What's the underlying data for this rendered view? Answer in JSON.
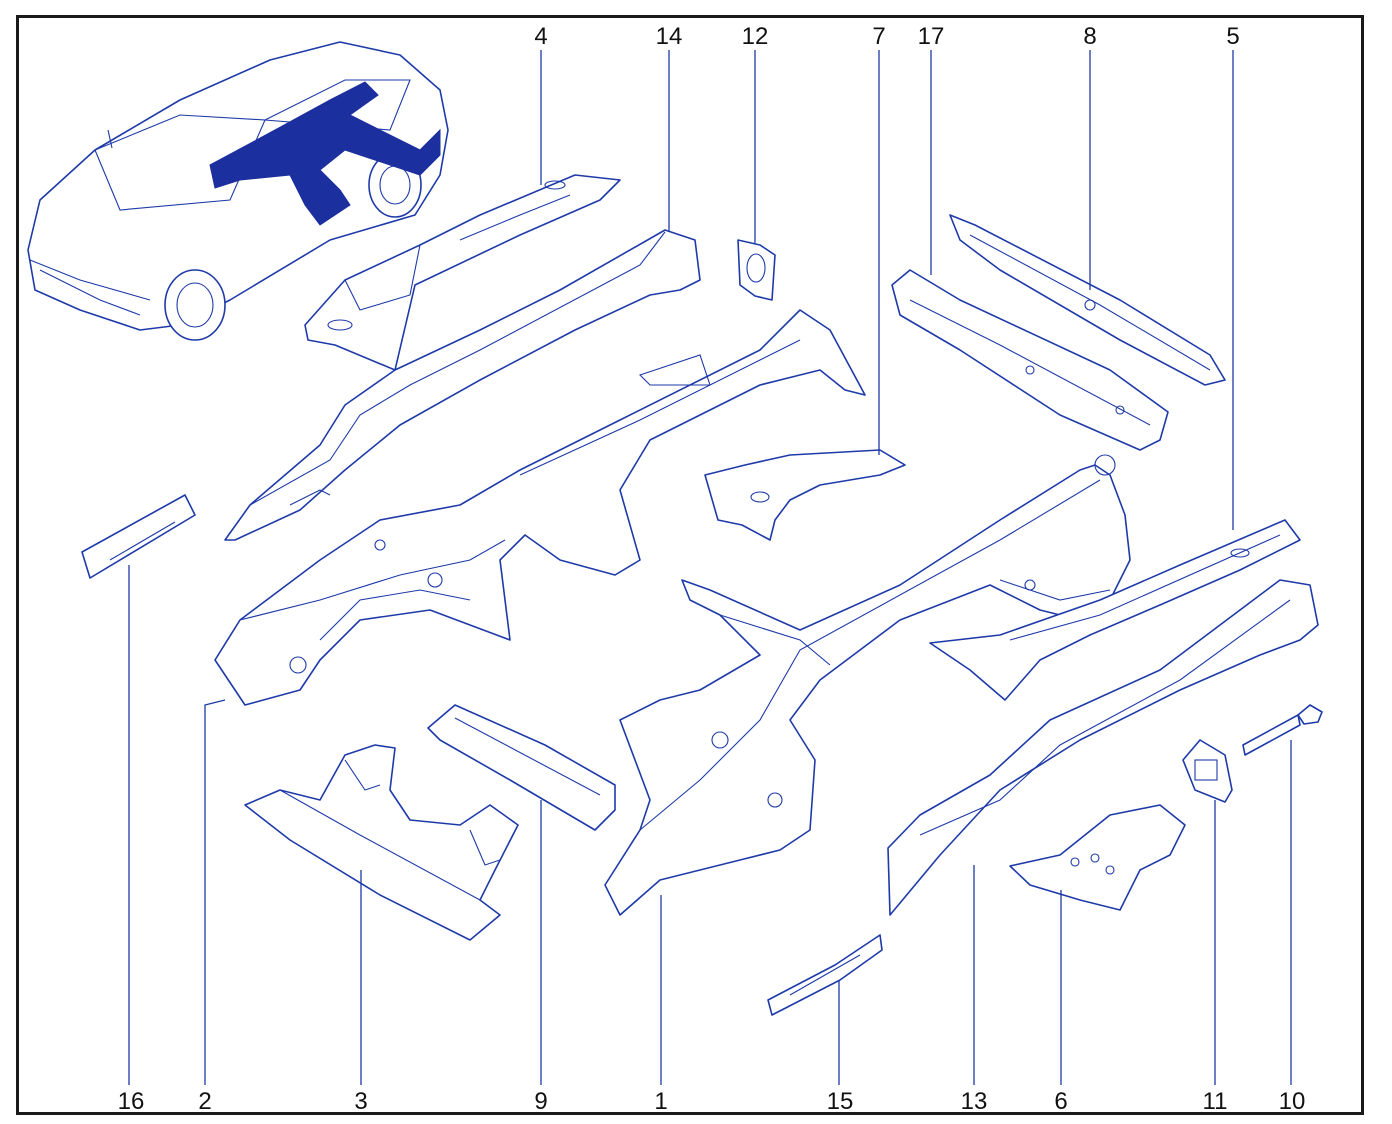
{
  "diagram": {
    "accent_color": "#1e3aa8",
    "highlight_color": "#1c2f9e",
    "frame_color": "#1a1a1a",
    "callouts": {
      "c1": "1",
      "c2": "2",
      "c3": "3",
      "c4": "4",
      "c5": "5",
      "c6": "6",
      "c7": "7",
      "c8": "8",
      "c9": "9",
      "c10": "10",
      "c11": "11",
      "c12": "12",
      "c13": "13",
      "c14": "14",
      "c15": "15",
      "c16": "16",
      "c17": "17"
    }
  }
}
